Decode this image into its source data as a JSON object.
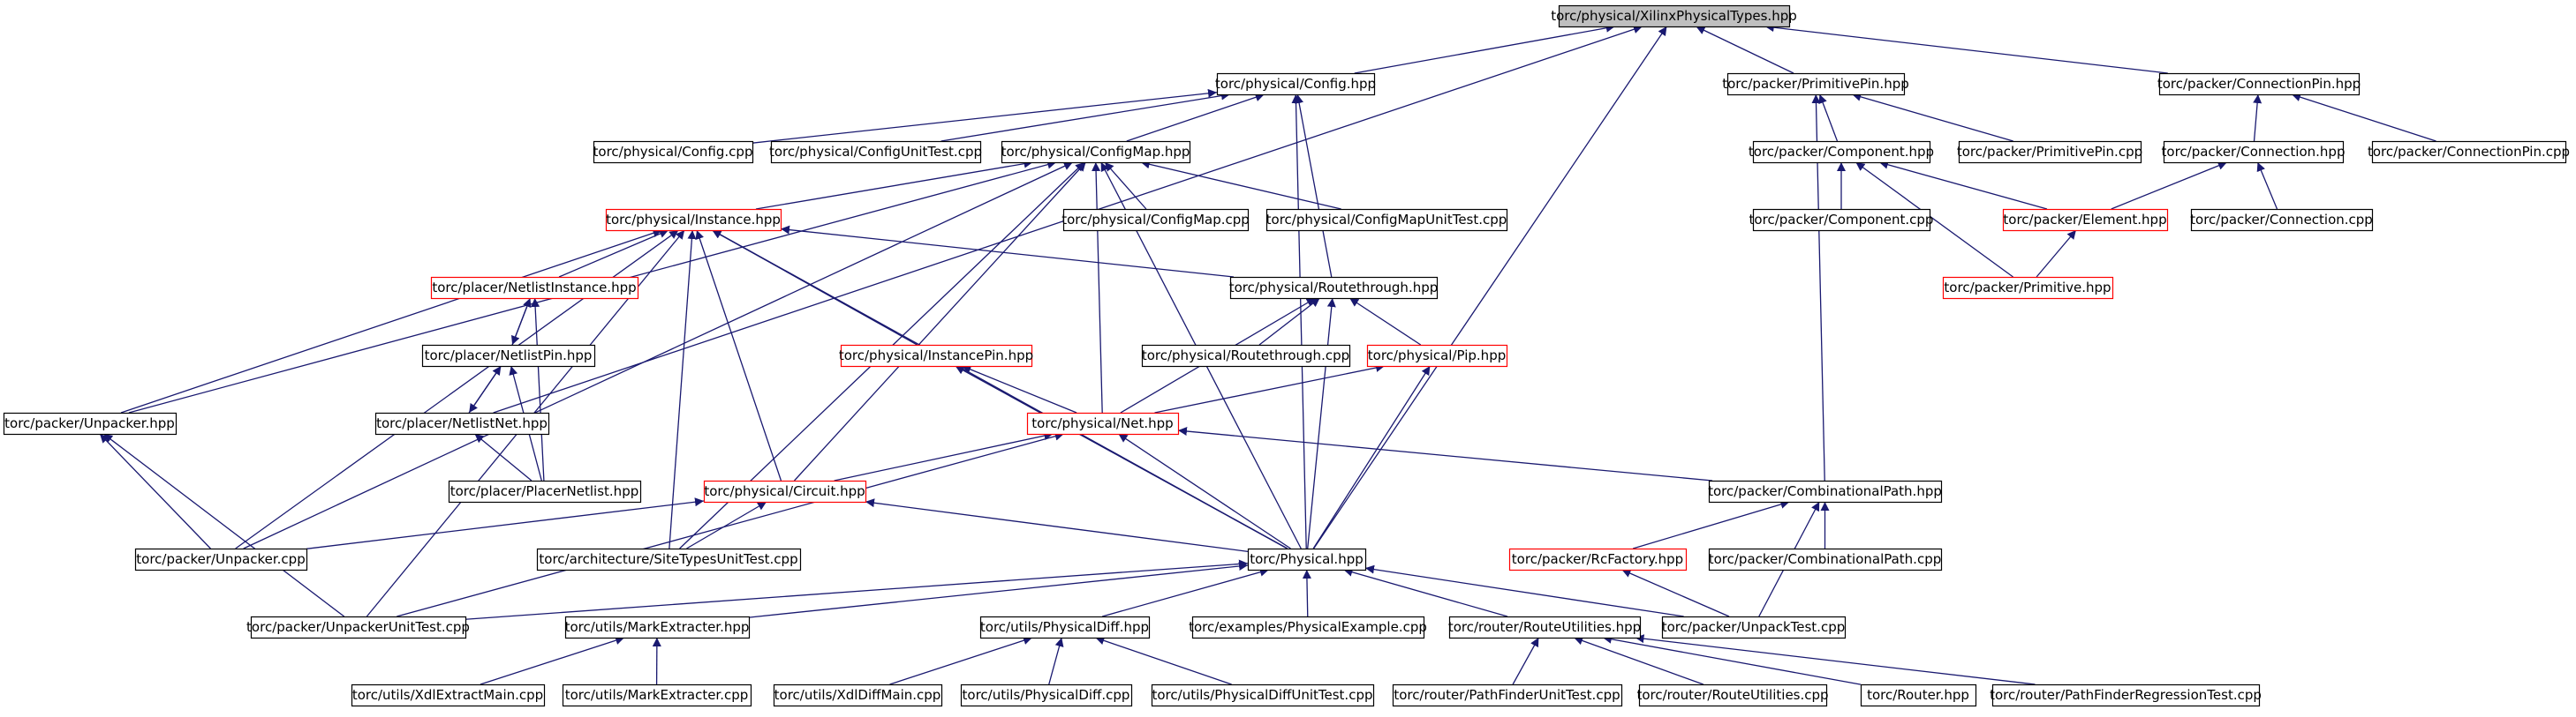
{
  "nodes": [
    {
      "id": "root",
      "label": "torc/physical/XilinxPhysicalTypes.hpp",
      "style": "root"
    },
    {
      "id": "config_hpp",
      "label": "torc/physical/Config.hpp",
      "style": "normal"
    },
    {
      "id": "primpin_hpp",
      "label": "torc/packer/PrimitivePin.hpp",
      "style": "normal"
    },
    {
      "id": "connpin_hpp",
      "label": "torc/packer/ConnectionPin.hpp",
      "style": "normal"
    },
    {
      "id": "config_cpp",
      "label": "torc/physical/Config.cpp",
      "style": "normal"
    },
    {
      "id": "configut_cpp",
      "label": "torc/physical/ConfigUnitTest.cpp",
      "style": "normal"
    },
    {
      "id": "configmap_hpp",
      "label": "torc/physical/ConfigMap.hpp",
      "style": "normal"
    },
    {
      "id": "component_hpp",
      "label": "torc/packer/Component.hpp",
      "style": "normal"
    },
    {
      "id": "primpin_cpp",
      "label": "torc/packer/PrimitivePin.cpp",
      "style": "normal"
    },
    {
      "id": "connection_hpp",
      "label": "torc/packer/Connection.hpp",
      "style": "normal"
    },
    {
      "id": "connpin_cpp",
      "label": "torc/packer/ConnectionPin.cpp",
      "style": "normal"
    },
    {
      "id": "instance_hpp",
      "label": "torc/physical/Instance.hpp",
      "style": "red"
    },
    {
      "id": "configmap_cpp",
      "label": "torc/physical/ConfigMap.cpp",
      "style": "normal"
    },
    {
      "id": "configmaput_cpp",
      "label": "torc/physical/ConfigMapUnitTest.cpp",
      "style": "normal"
    },
    {
      "id": "component_cpp",
      "label": "torc/packer/Component.cpp",
      "style": "normal"
    },
    {
      "id": "element_hpp",
      "label": "torc/packer/Element.hpp",
      "style": "red"
    },
    {
      "id": "connection_cpp",
      "label": "torc/packer/Connection.cpp",
      "style": "normal"
    },
    {
      "id": "netlistinst_hpp",
      "label": "torc/placer/NetlistInstance.hpp",
      "style": "red"
    },
    {
      "id": "routethrough_hpp",
      "label": "torc/physical/Routethrough.hpp",
      "style": "normal"
    },
    {
      "id": "primitive_hpp",
      "label": "torc/packer/Primitive.hpp",
      "style": "red"
    },
    {
      "id": "netlistpin_hpp",
      "label": "torc/placer/NetlistPin.hpp",
      "style": "normal"
    },
    {
      "id": "routethrough_cpp",
      "label": "torc/physical/Routethrough.cpp",
      "style": "normal"
    },
    {
      "id": "instancepin_hpp",
      "label": "torc/physical/InstancePin.hpp",
      "style": "red"
    },
    {
      "id": "pip_hpp",
      "label": "torc/physical/Pip.hpp",
      "style": "red"
    },
    {
      "id": "unpacker_hpp",
      "label": "torc/packer/Unpacker.hpp",
      "style": "normal"
    },
    {
      "id": "netlistnet_hpp",
      "label": "torc/placer/NetlistNet.hpp",
      "style": "normal"
    },
    {
      "id": "net_hpp",
      "label": "torc/physical/Net.hpp",
      "style": "red"
    },
    {
      "id": "placernetlist_hpp",
      "label": "torc/placer/PlacerNetlist.hpp",
      "style": "normal"
    },
    {
      "id": "circuit_hpp",
      "label": "torc/physical/Circuit.hpp",
      "style": "red"
    },
    {
      "id": "combpath_hpp",
      "label": "torc/packer/CombinationalPath.hpp",
      "style": "normal"
    },
    {
      "id": "unpacker_cpp",
      "label": "torc/packer/Unpacker.cpp",
      "style": "normal"
    },
    {
      "id": "sitetypesut_cpp",
      "label": "torc/architecture/SiteTypesUnitTest.cpp",
      "style": "normal"
    },
    {
      "id": "physical_hpp",
      "label": "torc/Physical.hpp",
      "style": "normal"
    },
    {
      "id": "rcfactory_hpp",
      "label": "torc/packer/RcFactory.hpp",
      "style": "red"
    },
    {
      "id": "combpath_cpp",
      "label": "torc/packer/CombinationalPath.cpp",
      "style": "normal"
    },
    {
      "id": "unpackerut_cpp",
      "label": "torc/packer/UnpackerUnitTest.cpp",
      "style": "normal"
    },
    {
      "id": "markextracter_hpp",
      "label": "torc/utils/MarkExtracter.hpp",
      "style": "normal"
    },
    {
      "id": "physicaldiff_hpp",
      "label": "torc/utils/PhysicalDiff.hpp",
      "style": "normal"
    },
    {
      "id": "physicalexample_cpp",
      "label": "torc/examples/PhysicalExample.cpp",
      "style": "normal"
    },
    {
      "id": "routeutilities_hpp",
      "label": "torc/router/RouteUtilities.hpp",
      "style": "normal"
    },
    {
      "id": "unpacktest_cpp",
      "label": "torc/packer/UnpackTest.cpp",
      "style": "normal"
    },
    {
      "id": "xdlextractmain_cpp",
      "label": "torc/utils/XdlExtractMain.cpp",
      "style": "normal"
    },
    {
      "id": "markextracter_cpp",
      "label": "torc/utils/MarkExtracter.cpp",
      "style": "normal"
    },
    {
      "id": "xdldiffmain_cpp",
      "label": "torc/utils/XdlDiffMain.cpp",
      "style": "normal"
    },
    {
      "id": "physicaldiff_cpp",
      "label": "torc/utils/PhysicalDiff.cpp",
      "style": "normal"
    },
    {
      "id": "physicaldiffut_cpp",
      "label": "torc/utils/PhysicalDiffUnitTest.cpp",
      "style": "normal"
    },
    {
      "id": "pathfinderut_cpp",
      "label": "torc/router/PathFinderUnitTest.cpp",
      "style": "normal"
    },
    {
      "id": "routeutilities_cpp",
      "label": "torc/router/RouteUtilities.cpp",
      "style": "normal"
    },
    {
      "id": "router_hpp",
      "label": "torc/Router.hpp",
      "style": "normal"
    },
    {
      "id": "pathfinderreg_cpp",
      "label": "torc/router/PathFinderRegressionTest.cpp",
      "style": "normal"
    }
  ],
  "edges": [
    [
      "root",
      "config_hpp"
    ],
    [
      "root",
      "primpin_hpp"
    ],
    [
      "root",
      "connpin_hpp"
    ],
    [
      "root",
      "physical_hpp"
    ],
    [
      "root",
      "netlistnet_hpp"
    ],
    [
      "config_hpp",
      "config_cpp"
    ],
    [
      "config_hpp",
      "configut_cpp"
    ],
    [
      "config_hpp",
      "configmap_hpp"
    ],
    [
      "config_hpp",
      "routethrough_hpp"
    ],
    [
      "config_hpp",
      "physical_hpp"
    ],
    [
      "primpin_hpp",
      "component_hpp"
    ],
    [
      "primpin_hpp",
      "primpin_cpp"
    ],
    [
      "primpin_hpp",
      "combpath_hpp"
    ],
    [
      "connpin_hpp",
      "connection_hpp"
    ],
    [
      "connpin_hpp",
      "connpin_cpp"
    ],
    [
      "configmap_hpp",
      "instance_hpp"
    ],
    [
      "configmap_hpp",
      "configmap_cpp"
    ],
    [
      "configmap_hpp",
      "configmaput_cpp"
    ],
    [
      "configmap_hpp",
      "net_hpp"
    ],
    [
      "configmap_hpp",
      "circuit_hpp"
    ],
    [
      "configmap_hpp",
      "physical_hpp"
    ],
    [
      "configmap_hpp",
      "unpacker_hpp"
    ],
    [
      "configmap_hpp",
      "unpacker_cpp"
    ],
    [
      "configmap_hpp",
      "sitetypesut_cpp"
    ],
    [
      "component_hpp",
      "component_cpp"
    ],
    [
      "component_hpp",
      "element_hpp"
    ],
    [
      "component_hpp",
      "primitive_hpp"
    ],
    [
      "connection_hpp",
      "element_hpp"
    ],
    [
      "connection_hpp",
      "connection_cpp"
    ],
    [
      "element_hpp",
      "primitive_hpp"
    ],
    [
      "instance_hpp",
      "netlistinst_hpp"
    ],
    [
      "instance_hpp",
      "routethrough_hpp"
    ],
    [
      "instance_hpp",
      "instancepin_hpp"
    ],
    [
      "instance_hpp",
      "circuit_hpp"
    ],
    [
      "instance_hpp",
      "physical_hpp"
    ],
    [
      "instance_hpp",
      "unpacker_hpp"
    ],
    [
      "instance_hpp",
      "unpacker_cpp"
    ],
    [
      "instance_hpp",
      "sitetypesut_cpp"
    ],
    [
      "instance_hpp",
      "unpackerut_cpp"
    ],
    [
      "netlistinst_hpp",
      "netlistpin_hpp"
    ],
    [
      "netlistinst_hpp",
      "placernetlist_hpp"
    ],
    [
      "netlistpin_hpp",
      "netlistinst_hpp"
    ],
    [
      "netlistpin_hpp",
      "netlistnet_hpp"
    ],
    [
      "netlistpin_hpp",
      "placernetlist_hpp"
    ],
    [
      "netlistnet_hpp",
      "netlistpin_hpp"
    ],
    [
      "netlistnet_hpp",
      "placernetlist_hpp"
    ],
    [
      "routethrough_hpp",
      "routethrough_cpp"
    ],
    [
      "routethrough_hpp",
      "pip_hpp"
    ],
    [
      "routethrough_hpp",
      "net_hpp"
    ],
    [
      "routethrough_hpp",
      "physical_hpp"
    ],
    [
      "instancepin_hpp",
      "net_hpp"
    ],
    [
      "instancepin_hpp",
      "physical_hpp"
    ],
    [
      "pip_hpp",
      "net_hpp"
    ],
    [
      "pip_hpp",
      "physical_hpp"
    ],
    [
      "net_hpp",
      "circuit_hpp"
    ],
    [
      "net_hpp",
      "combpath_hpp"
    ],
    [
      "net_hpp",
      "physical_hpp"
    ],
    [
      "net_hpp",
      "unpackerut_cpp"
    ],
    [
      "unpacker_hpp",
      "unpacker_cpp"
    ],
    [
      "unpacker_hpp",
      "unpackerut_cpp"
    ],
    [
      "circuit_hpp",
      "unpacker_cpp"
    ],
    [
      "circuit_hpp",
      "sitetypesut_cpp"
    ],
    [
      "circuit_hpp",
      "physical_hpp"
    ],
    [
      "combpath_hpp",
      "rcfactory_hpp"
    ],
    [
      "combpath_hpp",
      "combpath_cpp"
    ],
    [
      "combpath_hpp",
      "unpacktest_cpp"
    ],
    [
      "rcfactory_hpp",
      "unpacktest_cpp"
    ],
    [
      "physical_hpp",
      "unpackerut_cpp"
    ],
    [
      "physical_hpp",
      "markextracter_hpp"
    ],
    [
      "physical_hpp",
      "physicaldiff_hpp"
    ],
    [
      "physical_hpp",
      "physicalexample_cpp"
    ],
    [
      "physical_hpp",
      "routeutilities_hpp"
    ],
    [
      "physical_hpp",
      "unpacktest_cpp"
    ],
    [
      "markextracter_hpp",
      "xdlextractmain_cpp"
    ],
    [
      "markextracter_hpp",
      "markextracter_cpp"
    ],
    [
      "physicaldiff_hpp",
      "xdldiffmain_cpp"
    ],
    [
      "physicaldiff_hpp",
      "physicaldiff_cpp"
    ],
    [
      "physicaldiff_hpp",
      "physicaldiffut_cpp"
    ],
    [
      "routeutilities_hpp",
      "pathfinderut_cpp"
    ],
    [
      "routeutilities_hpp",
      "routeutilities_cpp"
    ],
    [
      "routeutilities_hpp",
      "router_hpp"
    ],
    [
      "routeutilities_hpp",
      "pathfinderreg_cpp"
    ]
  ],
  "colors": {
    "edge": "#191970",
    "border_normal": "#000000",
    "border_red": "#ff0000",
    "root_fill": "#bfbfbf",
    "node_fill": "#ffffff",
    "text": "#000000"
  }
}
